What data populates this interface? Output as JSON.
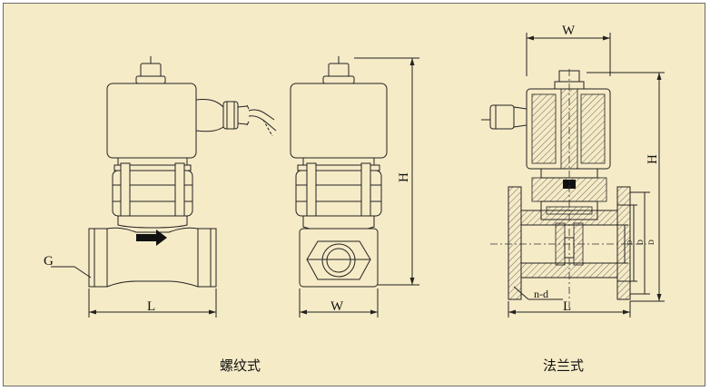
{
  "threaded": {
    "caption": "螺纹式",
    "label_g": "G",
    "label_l": "L",
    "label_h": "H",
    "label_w": "W"
  },
  "flanged": {
    "caption": "法兰式",
    "label_w": "W",
    "label_h": "H",
    "label_l": "L",
    "label_nd": "n-d",
    "label_d1": "D",
    "label_d2": "D",
    "label_d3": "D"
  },
  "colors": {
    "background": "#f6ebc7",
    "line": "#222222"
  }
}
